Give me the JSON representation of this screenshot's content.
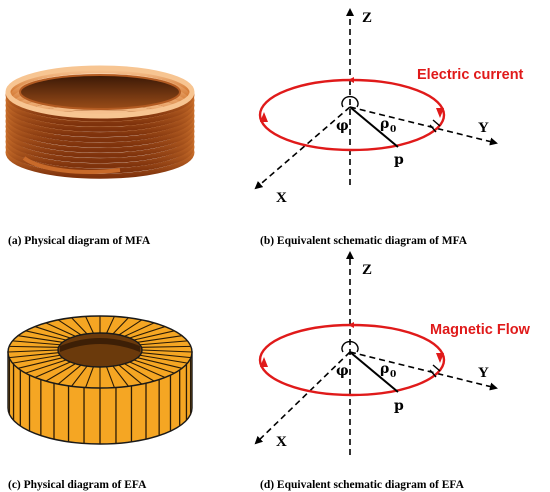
{
  "panels": [
    {
      "caption": "(a) Physical diagram of MFA"
    },
    {
      "caption": "(b) Equivalent schematic diagram of MFA",
      "z_label": "Z",
      "y_label": "Y",
      "x_label": "X",
      "flow_label": "Electric current",
      "phi": "φ",
      "rho": "ρ",
      "rho_sub": "0",
      "point": "p"
    },
    {
      "caption": "(c) Physical diagram of EFA"
    },
    {
      "caption": "(d) Equivalent schematic diagram of EFA",
      "z_label": "Z",
      "y_label": "Y",
      "x_label": "X",
      "flow_label": "Magnetic Flow",
      "phi": "φ",
      "rho": "ρ",
      "rho_sub": "0",
      "point": "p"
    }
  ],
  "colors": {
    "copper_dark": "#8a3a10",
    "copper_mid": "#c86a2a",
    "copper_light": "#f2b07a",
    "core_orange": "#f5a623",
    "core_dark": "#7a4a0c",
    "loop_red": "#e01a1a"
  }
}
